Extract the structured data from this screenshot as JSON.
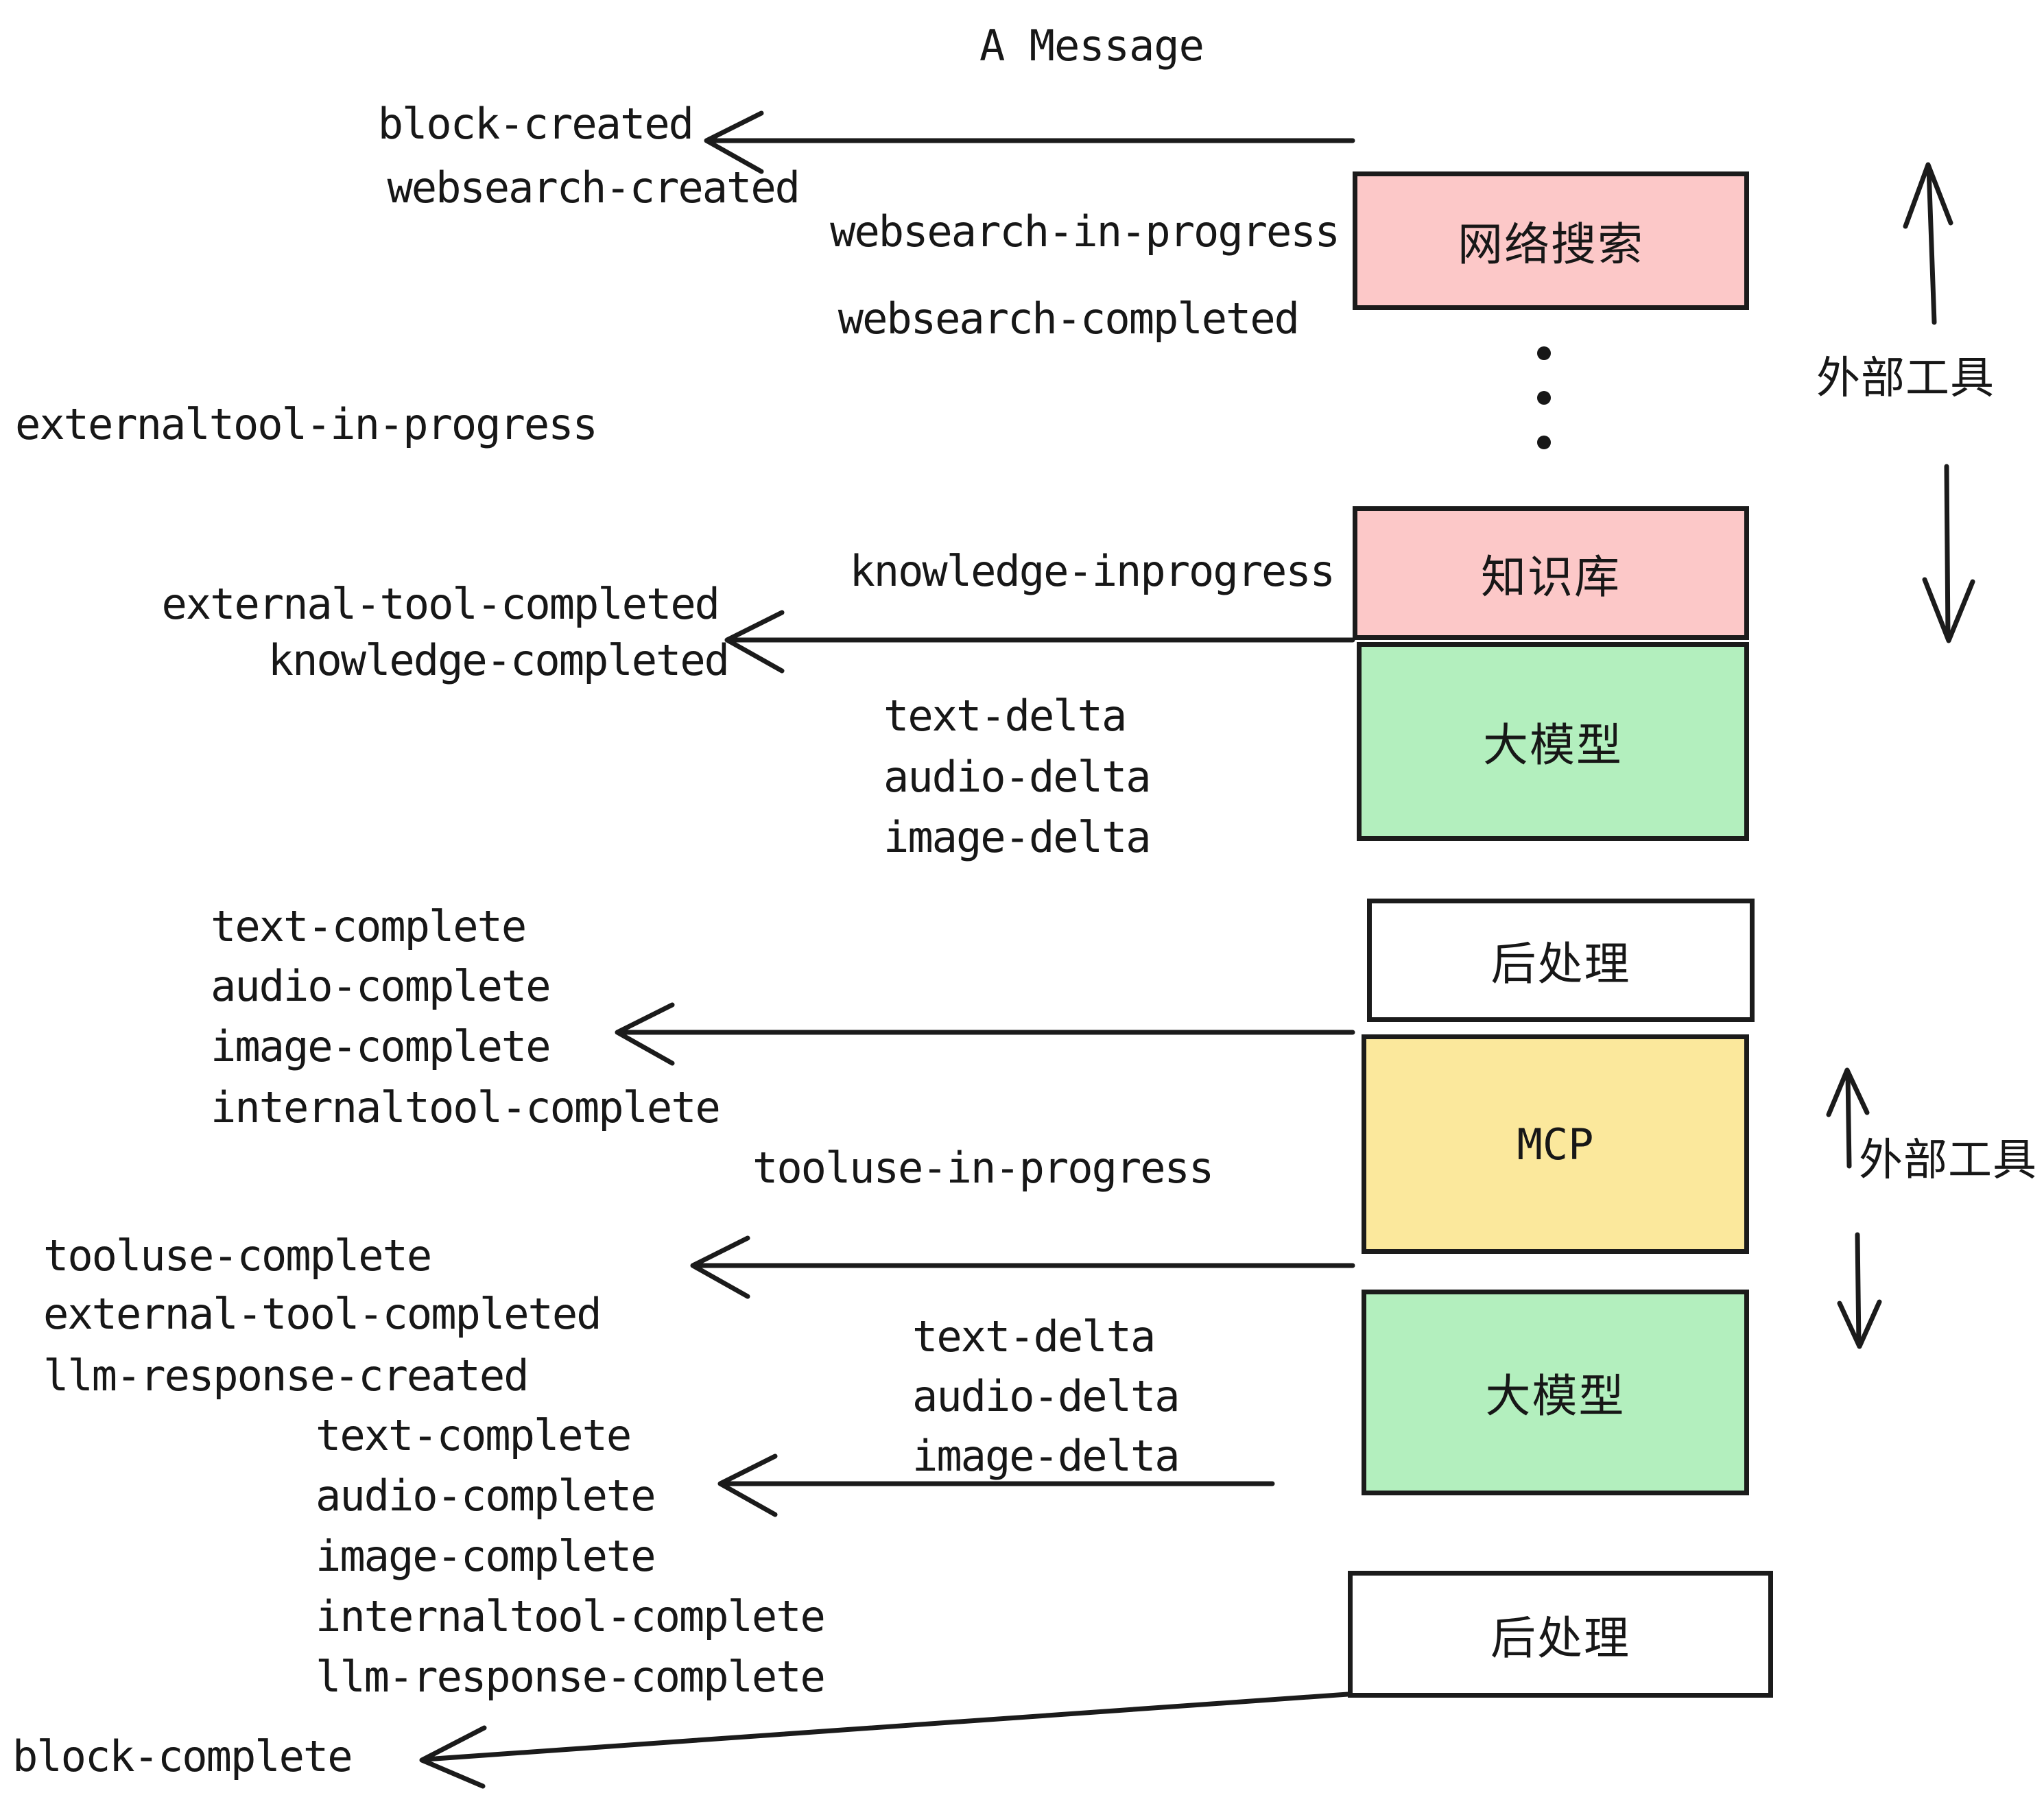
{
  "title": "A Message",
  "colors": {
    "pink": "#FCC8C8",
    "green": "#B3EFBE",
    "yellow": "#FBE89C",
    "white": "#FFFFFF",
    "stroke": "#1b1b1b",
    "background": "#FFFFFF"
  },
  "nodes": [
    {
      "id": "websearch",
      "label": "网络搜索",
      "fill": "pink"
    },
    {
      "id": "knowledge",
      "label": "知识库",
      "fill": "pink"
    },
    {
      "id": "llm1",
      "label": "大模型",
      "fill": "green"
    },
    {
      "id": "post1",
      "label": "后处理",
      "fill": "white"
    },
    {
      "id": "mcp",
      "label": "MCP",
      "fill": "yellow"
    },
    {
      "id": "llm2",
      "label": "大模型",
      "fill": "green"
    },
    {
      "id": "post2",
      "label": "后处理",
      "fill": "white"
    }
  ],
  "side_labels": [
    {
      "id": "external-tools-top",
      "label": "外部工具"
    },
    {
      "id": "external-tools-bottom",
      "label": "外部工具"
    }
  ],
  "events": [
    {
      "id": "block-created",
      "text": "block-created"
    },
    {
      "id": "websearch-created",
      "text": "websearch-created"
    },
    {
      "id": "websearch-in-progress",
      "text": "websearch-in-progress"
    },
    {
      "id": "websearch-completed",
      "text": "websearch-completed"
    },
    {
      "id": "externaltool-in-progress",
      "text": "externaltool-in-progress"
    },
    {
      "id": "knowledge-inprogress",
      "text": "knowledge-inprogress"
    },
    {
      "id": "external-tool-completed-1",
      "text": "external-tool-completed"
    },
    {
      "id": "knowledge-completed",
      "text": "knowledge-completed"
    },
    {
      "id": "text-delta-1",
      "text": "text-delta"
    },
    {
      "id": "audio-delta-1",
      "text": "audio-delta"
    },
    {
      "id": "image-delta-1",
      "text": "image-delta"
    },
    {
      "id": "text-complete-1",
      "text": "text-complete"
    },
    {
      "id": "audio-complete-1",
      "text": "audio-complete"
    },
    {
      "id": "image-complete-1",
      "text": "image-complete"
    },
    {
      "id": "internaltool-complete-1",
      "text": "internaltool-complete"
    },
    {
      "id": "tooluse-in-progress",
      "text": "tooluse-in-progress"
    },
    {
      "id": "tooluse-complete",
      "text": "tooluse-complete"
    },
    {
      "id": "external-tool-completed-2",
      "text": "external-tool-completed"
    },
    {
      "id": "llm-response-created",
      "text": "llm-response-created"
    },
    {
      "id": "text-delta-2",
      "text": "text-delta"
    },
    {
      "id": "audio-delta-2",
      "text": "audio-delta"
    },
    {
      "id": "image-delta-2",
      "text": "image-delta"
    },
    {
      "id": "text-complete-2",
      "text": "text-complete"
    },
    {
      "id": "audio-complete-2",
      "text": "audio-complete"
    },
    {
      "id": "image-complete-2",
      "text": "image-complete"
    },
    {
      "id": "internaltool-complete-2",
      "text": "internaltool-complete"
    },
    {
      "id": "llm-response-complete",
      "text": "llm-response-complete"
    },
    {
      "id": "block-complete",
      "text": "block-complete"
    }
  ]
}
